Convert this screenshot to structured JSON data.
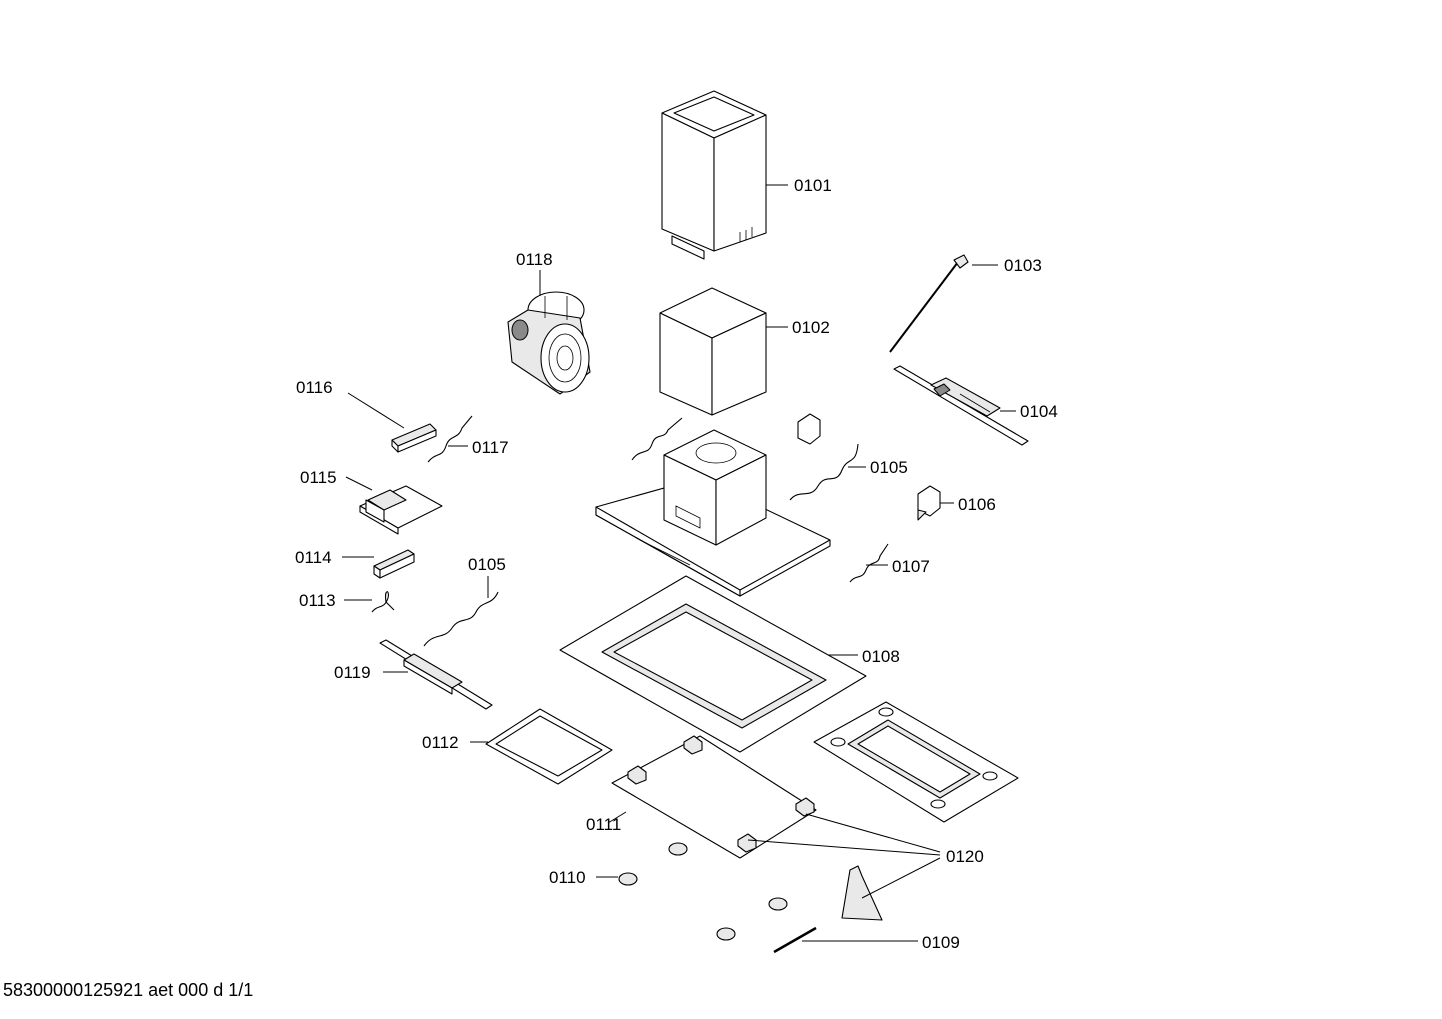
{
  "labels": {
    "p0101": "0101",
    "p0102": "0102",
    "p0103": "0103",
    "p0104": "0104",
    "p0105a": "0105",
    "p0105b": "0105",
    "p0106": "0106",
    "p0107": "0107",
    "p0108": "0108",
    "p0109": "0109",
    "p0110": "0110",
    "p0111": "0111",
    "p0112": "0112",
    "p0113": "0113",
    "p0114": "0114",
    "p0115": "0115",
    "p0116": "0116",
    "p0117": "0117",
    "p0118": "0118",
    "p0119": "0119",
    "p0120": "0120"
  },
  "footer": "58300000125921 aet 000 d 1/1"
}
